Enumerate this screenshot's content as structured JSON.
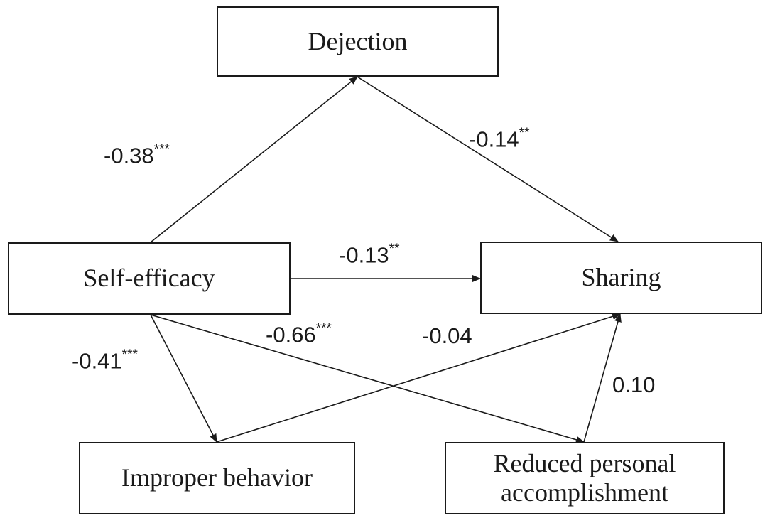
{
  "nodes": {
    "dejection": {
      "label": "Dejection"
    },
    "self_efficacy": {
      "label": "Self-efficacy"
    },
    "sharing": {
      "label": "Sharing"
    },
    "improper_behavior": {
      "label": "Improper behavior"
    },
    "reduced_personal_accomplishment": {
      "line1": "Reduced personal",
      "line2": "accomplishment"
    }
  },
  "paths": {
    "self_efficacy_to_dejection": {
      "value": "-0.38",
      "sig": "***"
    },
    "dejection_to_sharing": {
      "value": "-0.14",
      "sig": "**"
    },
    "self_efficacy_to_sharing": {
      "value": "-0.13",
      "sig": "**"
    },
    "self_efficacy_to_improper_behavior": {
      "value": "-0.41",
      "sig": "***"
    },
    "self_efficacy_to_reduced_accomplishment": {
      "value": "-0.66",
      "sig": "***"
    },
    "improper_behavior_to_sharing": {
      "value": "-0.04",
      "sig": ""
    },
    "reduced_accomplishment_to_sharing": {
      "value": "0.10",
      "sig": ""
    }
  },
  "colors": {
    "stroke": "#1a1a1a",
    "background": "#ffffff"
  }
}
